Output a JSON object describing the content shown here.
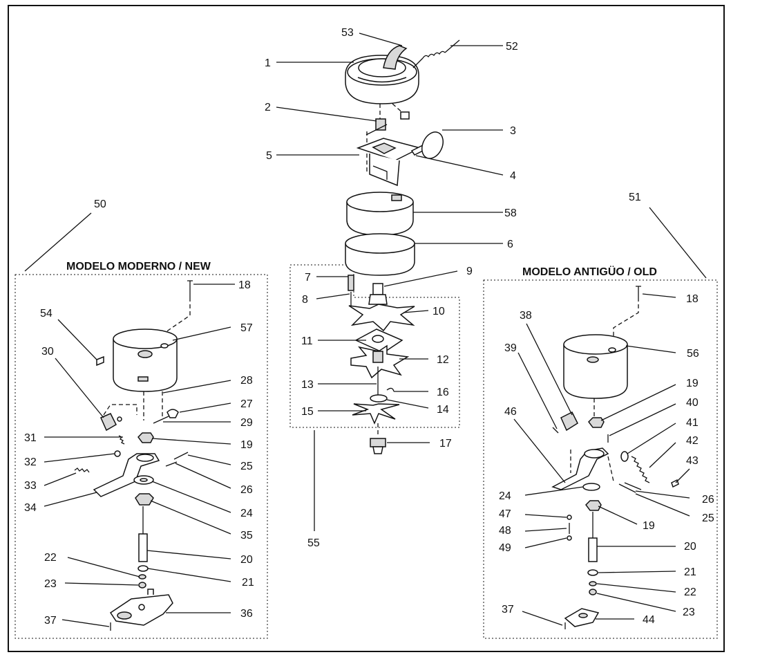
{
  "titles": {
    "new": "MODELO MODERNO / NEW",
    "old": "MODELO ANTIGÜO / OLD"
  },
  "labels": [
    "1",
    "2",
    "3",
    "4",
    "5",
    "6",
    "7",
    "8",
    "9",
    "10",
    "11",
    "12",
    "13",
    "14",
    "15",
    "16",
    "17",
    "18",
    "18",
    "19",
    "19",
    "19",
    "20",
    "20",
    "21",
    "21",
    "22",
    "22",
    "23",
    "23",
    "24",
    "24",
    "25",
    "25",
    "26",
    "26",
    "27",
    "28",
    "29",
    "30",
    "31",
    "32",
    "33",
    "34",
    "35",
    "36",
    "37",
    "37",
    "38",
    "39",
    "40",
    "41",
    "42",
    "43",
    "44",
    "46",
    "47",
    "48",
    "49",
    "50",
    "51",
    "52",
    "53",
    "54",
    "55",
    "56",
    "57",
    "58"
  ]
}
